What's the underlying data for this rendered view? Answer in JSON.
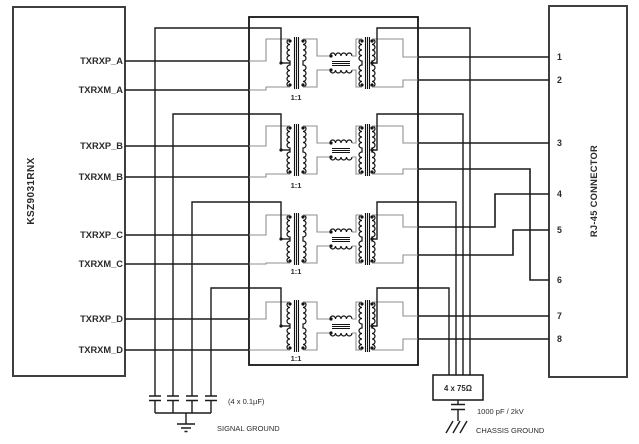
{
  "phy": {
    "label": "KSZ9031RNX",
    "pins": [
      "TXRXP_A",
      "TXRXM_A",
      "TXRXP_B",
      "TXRXM_B",
      "TXRXP_C",
      "TXRXM_C",
      "TXRXP_D",
      "TXRXM_D"
    ]
  },
  "connector": {
    "label": "RJ-45 CONNECTOR",
    "pins": [
      "1",
      "2",
      "3",
      "4",
      "5",
      "6",
      "7",
      "8"
    ]
  },
  "magnetics": {
    "ratio": "1:1",
    "channel_count": "4"
  },
  "bottom": {
    "caps_label": "(4 x 0.1µF)",
    "signal_ground_label": "SIGNAL GROUND",
    "resistor_label": "4 x 75Ω",
    "hv_cap_label": "1000 pF / 2kV",
    "chassis_ground_label": "CHASSIS GROUND"
  },
  "colors": {
    "wire": "#1b1b1b",
    "inner_outline": "#8f8f8f",
    "box_border": "#3f3f3f",
    "text": "#2b2b2b",
    "background": "#ffffff"
  }
}
